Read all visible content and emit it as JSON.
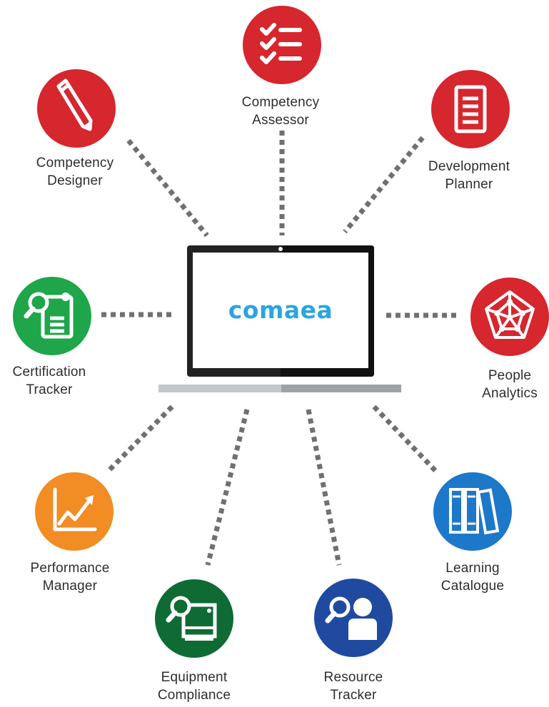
{
  "brand": {
    "logo_text": "comaea"
  },
  "colors": {
    "red": "#d6262e",
    "green": "#1fa64a",
    "dark_green": "#0e6b34",
    "orange": "#f28c24",
    "blue": "#1d78c9",
    "navy": "#1f4aa0",
    "connector": "#707070",
    "brand_blue": "#2aa5df"
  },
  "nodes": [
    {
      "id": "competency-assessor",
      "icon": "checklist-icon",
      "color": "red",
      "label_lines": [
        "Competency",
        "Assessor"
      ]
    },
    {
      "id": "competency-designer",
      "icon": "pencil-icon",
      "color": "red",
      "label_lines": [
        "Competency",
        "Designer"
      ]
    },
    {
      "id": "development-planner",
      "icon": "document-icon",
      "color": "red",
      "label_lines": [
        "Development",
        "Planner"
      ]
    },
    {
      "id": "certification-tracker",
      "icon": "certificate-search-icon",
      "color": "green",
      "label_lines": [
        "Certification",
        "Tracker"
      ]
    },
    {
      "id": "people-analytics",
      "icon": "network-pentagon-icon",
      "color": "red",
      "label_lines": [
        "People",
        "Analytics"
      ]
    },
    {
      "id": "performance-manager",
      "icon": "growth-chart-icon",
      "color": "orange",
      "label_lines": [
        "Performance",
        "Manager"
      ]
    },
    {
      "id": "learning-catalogue",
      "icon": "binders-icon",
      "color": "blue",
      "label_lines": [
        "Learning",
        "Catalogue"
      ]
    },
    {
      "id": "equipment-compliance",
      "icon": "equipment-search-icon",
      "color": "dark_green",
      "label_lines": [
        "Equipment",
        "Compliance"
      ]
    },
    {
      "id": "resource-tracker",
      "icon": "person-search-icon",
      "color": "navy",
      "label_lines": [
        "Resource",
        "Tracker"
      ]
    }
  ]
}
